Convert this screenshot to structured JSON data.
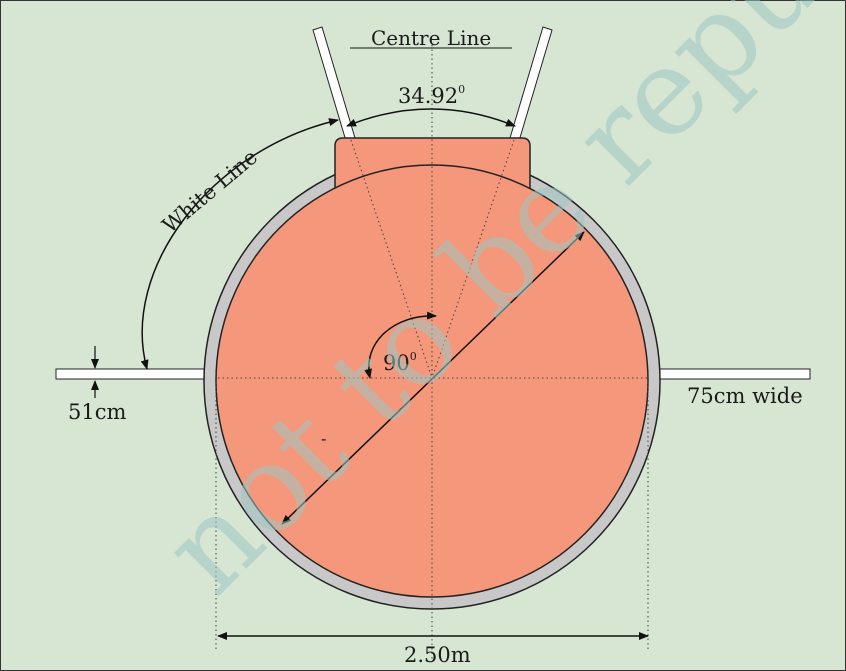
{
  "labels": {
    "centre_line": "Centre Line",
    "angle_sector": "34.92",
    "white_line": "White Line",
    "angle_right": "90",
    "degree_mark": "0",
    "white_line_width": "51cm",
    "ring_width": "75cm wide",
    "diameter": "2.50m",
    "stray_mark": "-"
  },
  "watermark": "not to be republished",
  "colors": {
    "background": "#d6e6d2",
    "circle_fill": "#f4977a",
    "ring": "#c8c8c8",
    "outline": "#222222",
    "white_line": "#ffffff"
  }
}
